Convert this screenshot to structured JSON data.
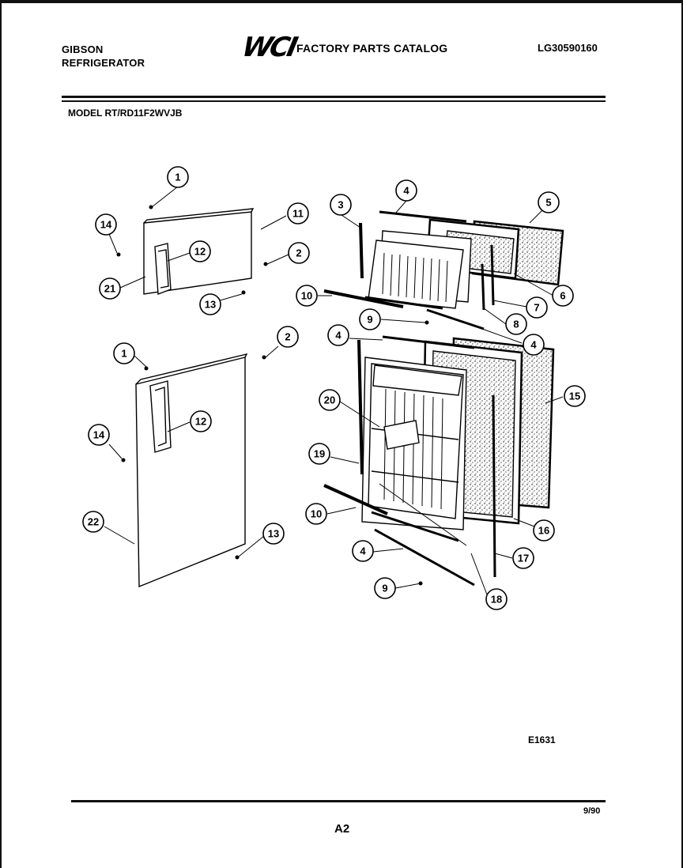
{
  "header": {
    "brand_line1": "GIBSON",
    "brand_line2": "REFRIGERATOR",
    "logo": "WCI",
    "catalog_title": "FACTORY PARTS CATALOG",
    "catalog_code": "LG30590160"
  },
  "model_line": "MODEL RT/RD11F2WVJB",
  "figure_code": "E1631",
  "footer": {
    "date": "9/90",
    "page": "A2"
  },
  "callouts": [
    "1",
    "11",
    "14",
    "12",
    "2",
    "21",
    "13",
    "3",
    "4",
    "5",
    "10",
    "9",
    "6",
    "7",
    "8",
    "4",
    "1",
    "2",
    "4",
    "20",
    "12",
    "15",
    "14",
    "19",
    "10",
    "16",
    "22",
    "13",
    "4",
    "17",
    "9",
    "18"
  ]
}
